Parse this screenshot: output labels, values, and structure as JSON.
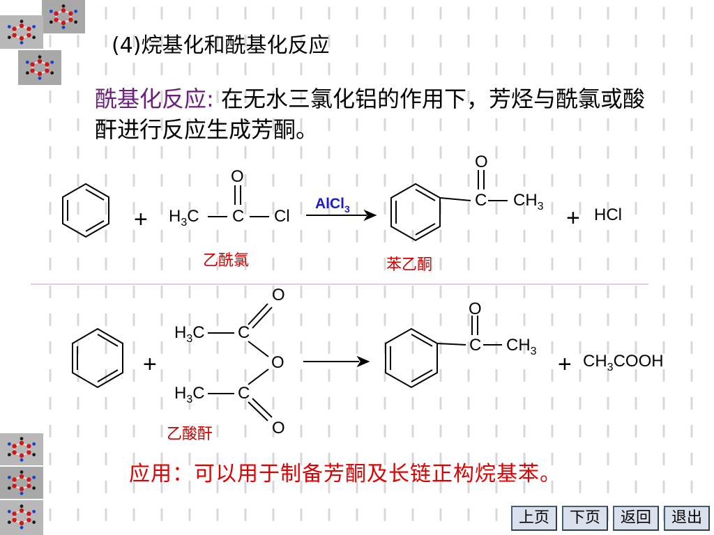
{
  "slide": {
    "title": "(4)烷基化和酰基化反应",
    "description_term": "酰基化反应:",
    "description_text": " 在无水三氯化铝的作用下，芳烃与酰氯或酸酐进行反应生成芳酮。",
    "application": "应用：可以用于制备芳酮及长链正构烷基苯。"
  },
  "reaction1": {
    "reagent_labels": {
      "O": "O",
      "H": "H",
      "sub3": "3",
      "C": "C",
      "Cl": "Cl"
    },
    "catalyst": {
      "main": "AlCl",
      "sub": "3"
    },
    "plus": "+",
    "reagent_name": "乙酰氯",
    "product_labels": {
      "O": "O",
      "C": "C",
      "CH": "CH",
      "sub3": "3"
    },
    "product_name": "苯乙酮",
    "byproduct": "HCl"
  },
  "reaction2": {
    "reagent_labels": {
      "O_top": "O",
      "O_mid": "O",
      "O_bottom": "O",
      "H": "H",
      "sub3": "3",
      "C": "C"
    },
    "plus": "+",
    "reagent_name": "乙酸酐",
    "product_labels": {
      "O": "O",
      "C": "C",
      "CH": "CH",
      "sub3": "3"
    },
    "byproduct": {
      "a": "CH",
      "sub": "3",
      "b": "COOH"
    }
  },
  "nav": {
    "prev": "上页",
    "next": "下页",
    "back": "返回",
    "exit": "退出"
  },
  "colors": {
    "accent_purple": "#6a1f7a",
    "red": "#cc0000",
    "catalyst_blue": "#1a1ad0",
    "grid": "#d8d8d8",
    "divider": "#e4b4e4"
  }
}
